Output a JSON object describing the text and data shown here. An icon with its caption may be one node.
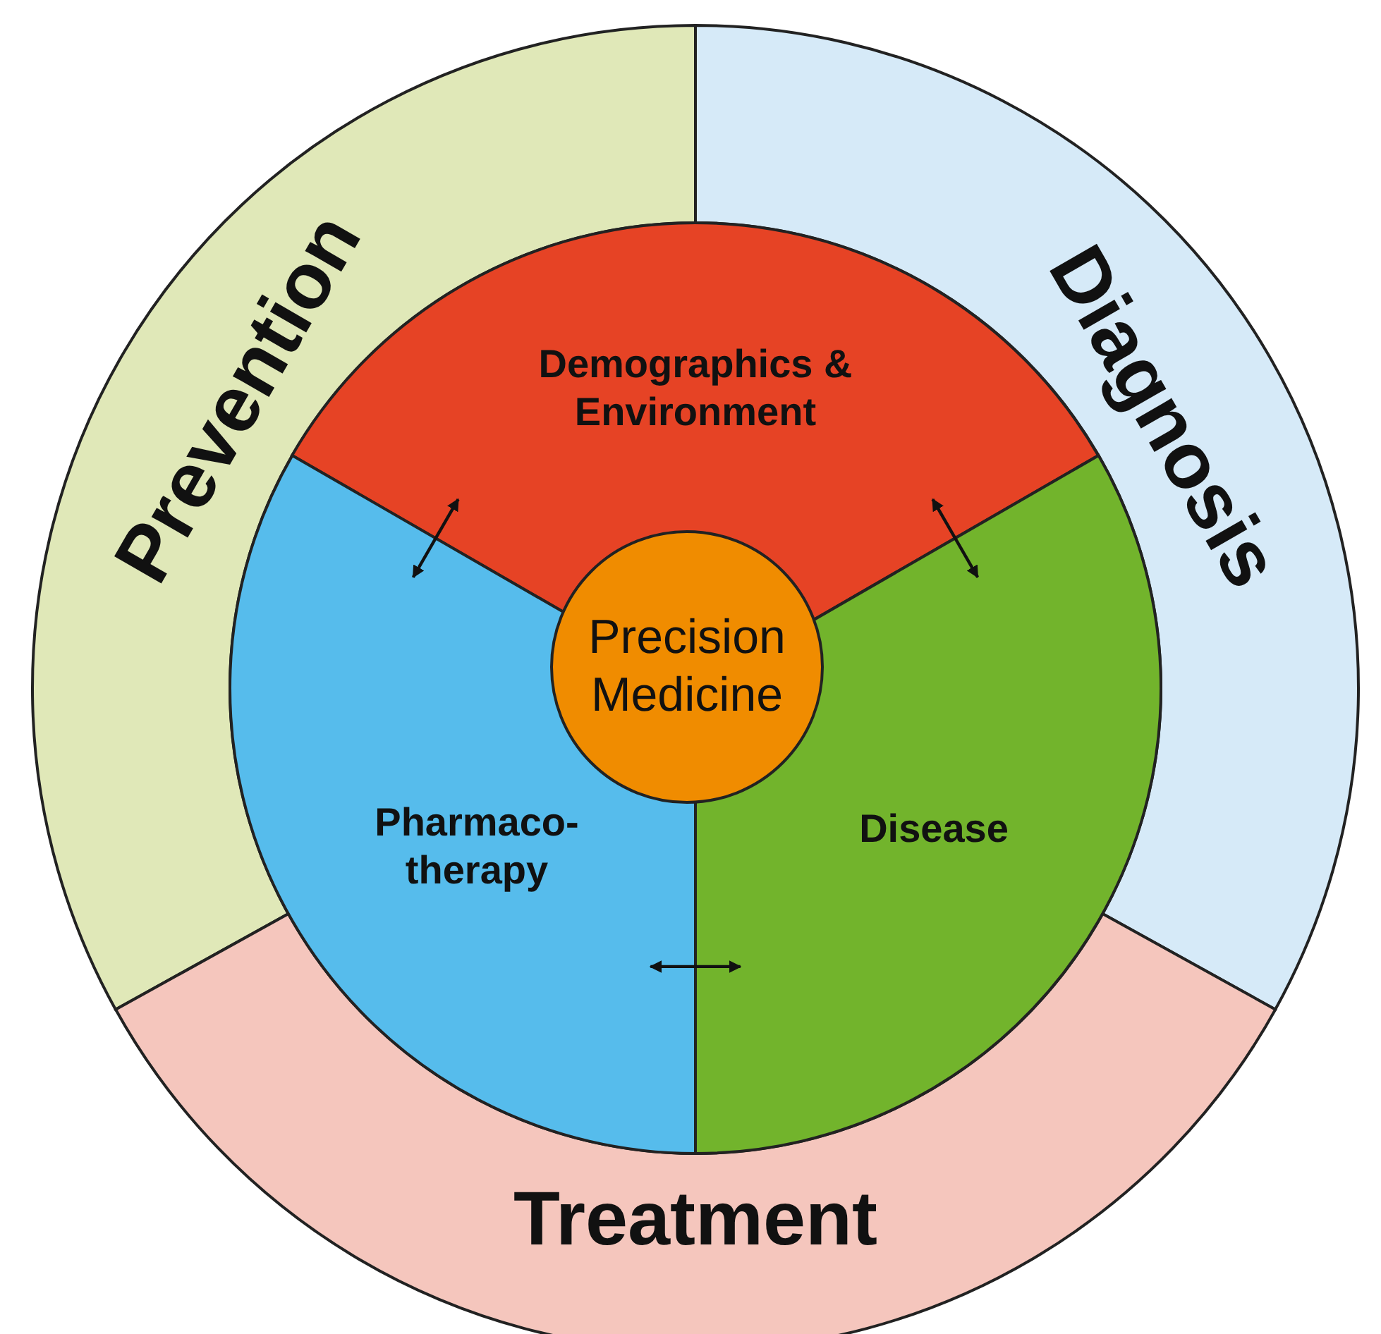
{
  "diagram": {
    "nodes": [
      {
        "text": [
          "Prevention"
        ]
      },
      {
        "text": [
          "Diagnosis"
        ]
      },
      {
        "text": [
          "Demographics & Environment"
        ]
      },
      {
        "text": [
          "Precision Medicine"
        ]
      },
      {
        "text": [
          "Pharmaco-therapy"
        ]
      },
      {
        "text": [
          "Disease"
        ]
      },
      {
        "text": [
          "Treatment"
        ]
      }
    ],
    "edges": [
      {
        "from": 2,
        "to": 4,
        "arrow": "both"
      },
      {
        "from": 2,
        "to": 5,
        "arrow": "both"
      },
      {
        "from": 4,
        "to": 5,
        "arrow": "both"
      }
    ]
  }
}
